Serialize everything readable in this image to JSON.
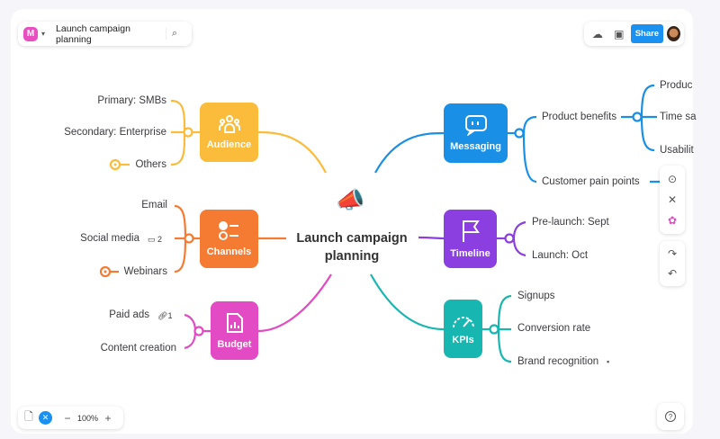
{
  "header": {
    "board_title": "Launch campaign planning",
    "share_label": "Share",
    "logo_letter": "M"
  },
  "center": {
    "title_line1": "Launch campaign",
    "title_line2": "planning"
  },
  "nodes": {
    "audience": {
      "label": "Audience",
      "color": "#fbbb3b",
      "children": [
        "Primary: SMBs",
        "Secondary: Enterprise",
        "Others"
      ]
    },
    "channels": {
      "label": "Channels",
      "color": "#f57b33",
      "children": [
        "Email",
        "Social media",
        "Webinars"
      ],
      "comment_count": "2"
    },
    "budget": {
      "label": "Budget",
      "color": "#e24bc3",
      "children": [
        "Paid ads",
        "Content creation"
      ],
      "link_count": "1"
    },
    "messaging": {
      "label": "Messaging",
      "color": "#1a8fe6",
      "children": [
        "Product benefits",
        "Customer pain points"
      ],
      "benefits": [
        "Produc",
        "Time sa",
        "Usabilit"
      ]
    },
    "timeline": {
      "label": "Timeline",
      "color": "#8b3fe0",
      "children": [
        "Pre-launch: Sept",
        "Launch: Oct"
      ]
    },
    "kpis": {
      "label": "KPIs",
      "color": "#17b6b0",
      "children": [
        "Signups",
        "Conversion rate",
        "Brand recognition"
      ]
    }
  },
  "footer": {
    "zoom": "100%",
    "minus": "−",
    "plus": "+",
    "help": "?"
  }
}
